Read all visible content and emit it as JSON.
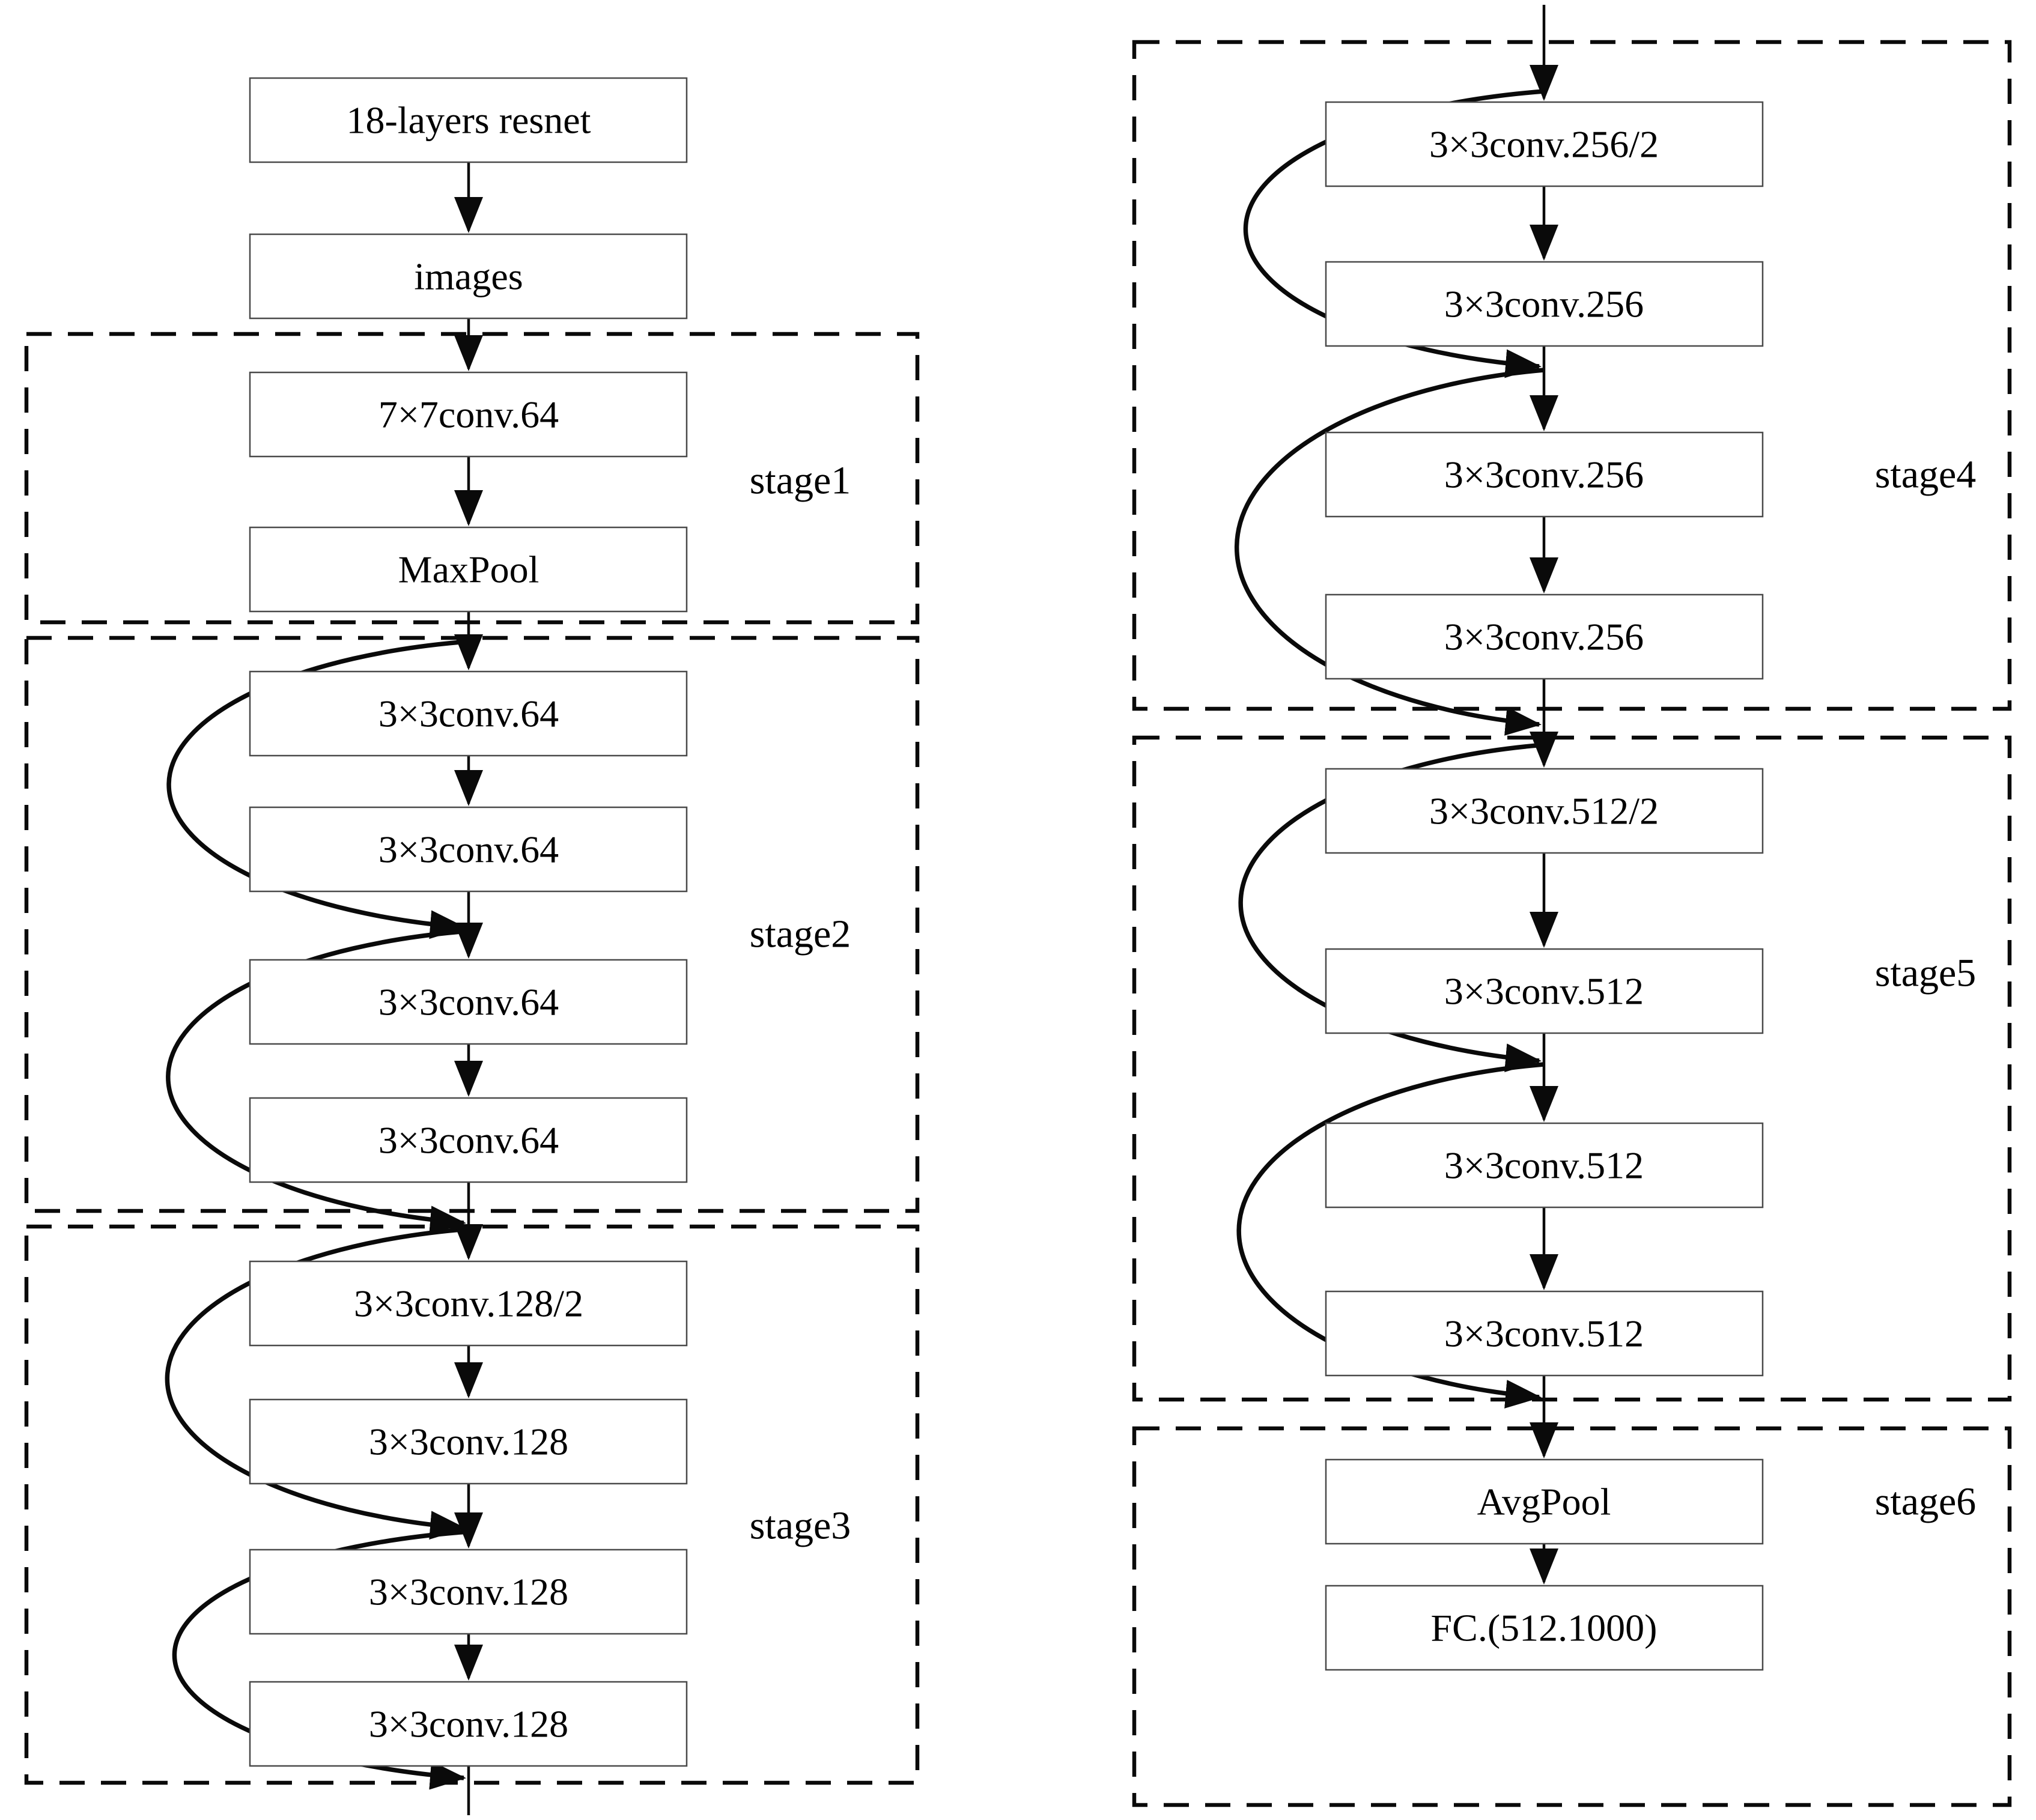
{
  "figure": {
    "nodes": {
      "title": "18-layers resnet",
      "input": "images"
    },
    "stages": [
      {
        "label": "stage1",
        "boxes": [
          "7×7conv.64",
          "MaxPool"
        ]
      },
      {
        "label": "stage2",
        "boxes": [
          "3×3conv.64",
          "3×3conv.64",
          "3×3conv.64",
          "3×3conv.64"
        ]
      },
      {
        "label": "stage3",
        "boxes": [
          "3×3conv.128/2",
          "3×3conv.128",
          "3×3conv.128",
          "3×3conv.128"
        ]
      },
      {
        "label": "stage4",
        "boxes": [
          "3×3conv.256/2",
          "3×3conv.256",
          "3×3conv.256",
          "3×3conv.256"
        ]
      },
      {
        "label": "stage5",
        "boxes": [
          "3×3conv.512/2",
          "3×3conv.512",
          "3×3conv.512",
          "3×3conv.512"
        ]
      },
      {
        "label": "stage6",
        "boxes": [
          "AvgPool",
          "FC.(512.1000)"
        ]
      }
    ],
    "colors": {
      "line": "#0a0a0a",
      "box_border": "#4a4a4a",
      "background": "#ffffff"
    }
  }
}
